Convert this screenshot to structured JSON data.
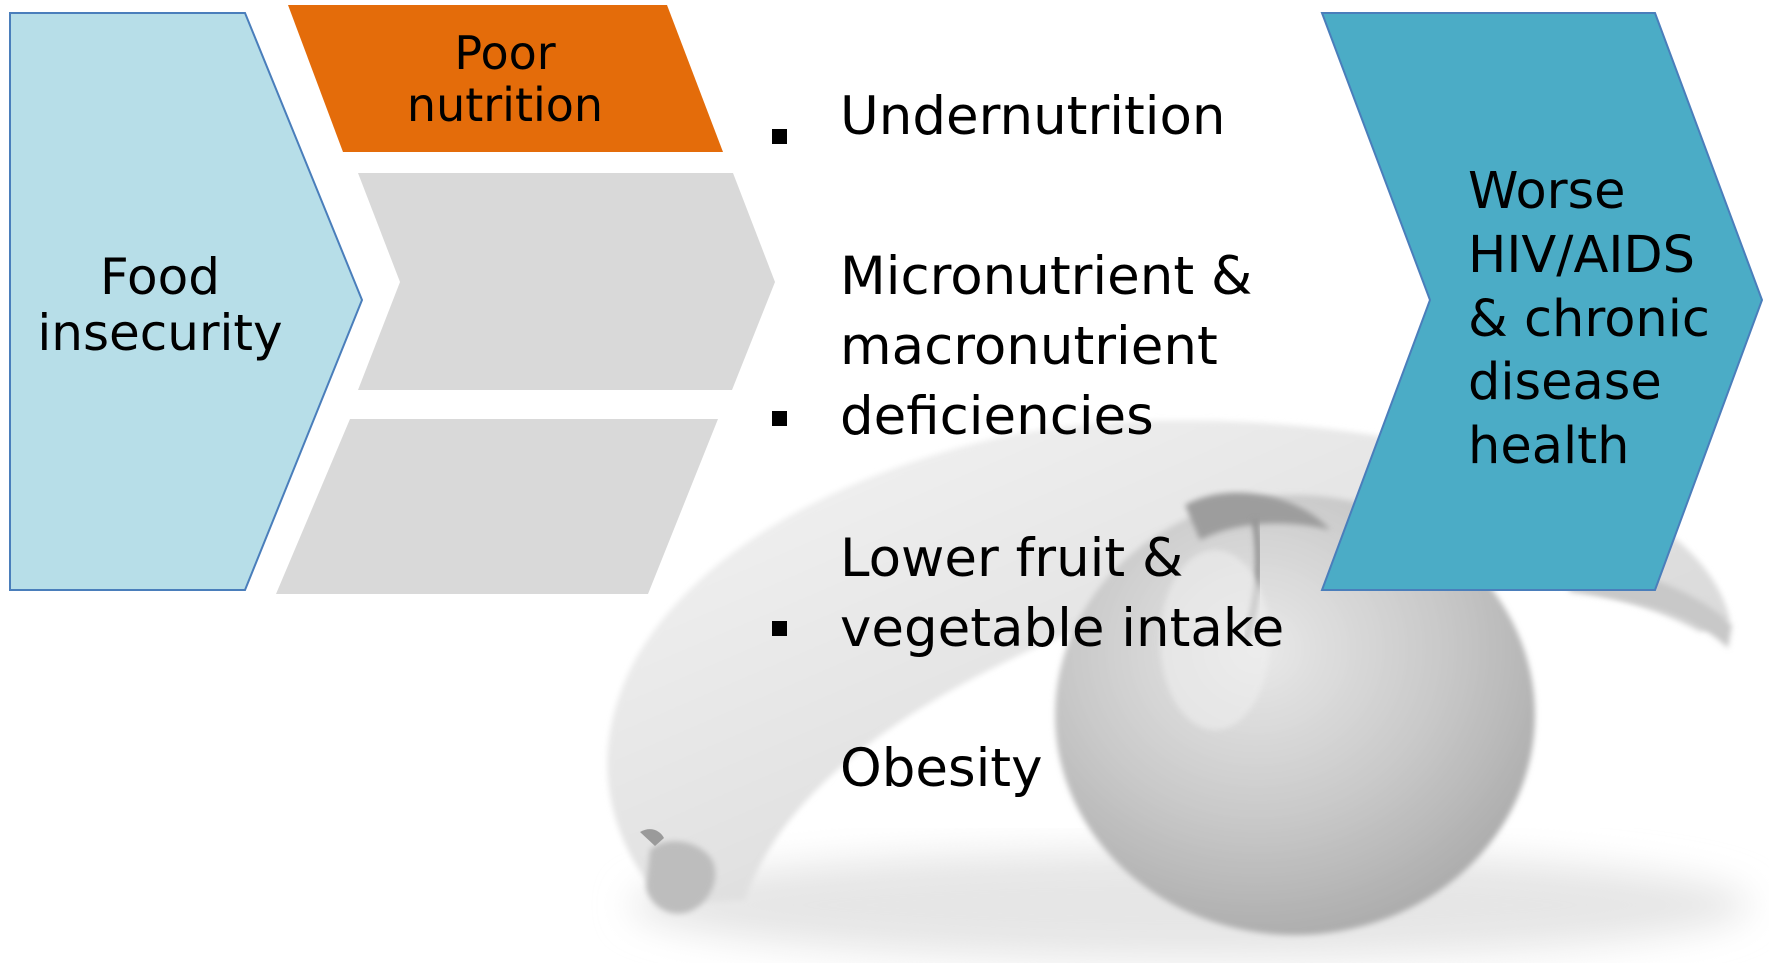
{
  "diagram": {
    "input_label": "Food\ninsecurity",
    "pathway_label": "Poor\nnutrition",
    "outcome_label": "Worse\nHIV/AIDS\n& chronic\ndisease\nhealth",
    "bullets": [
      "Undernutrition",
      "Micronutrient &\nmacronutrient\ndeficiencies",
      "Lower fruit &\nvegetable intake",
      "Obesity"
    ],
    "colors": {
      "input_fill": "#b7dee8",
      "input_stroke": "#4a7ebb",
      "pathway_fill": "#e46c0a",
      "placeholder_fill": "#d9d9d9",
      "outcome_fill": "#4bacc6",
      "outcome_stroke": "#4a7ebb"
    },
    "background_image": "faded-banana-and-apple-photo"
  }
}
